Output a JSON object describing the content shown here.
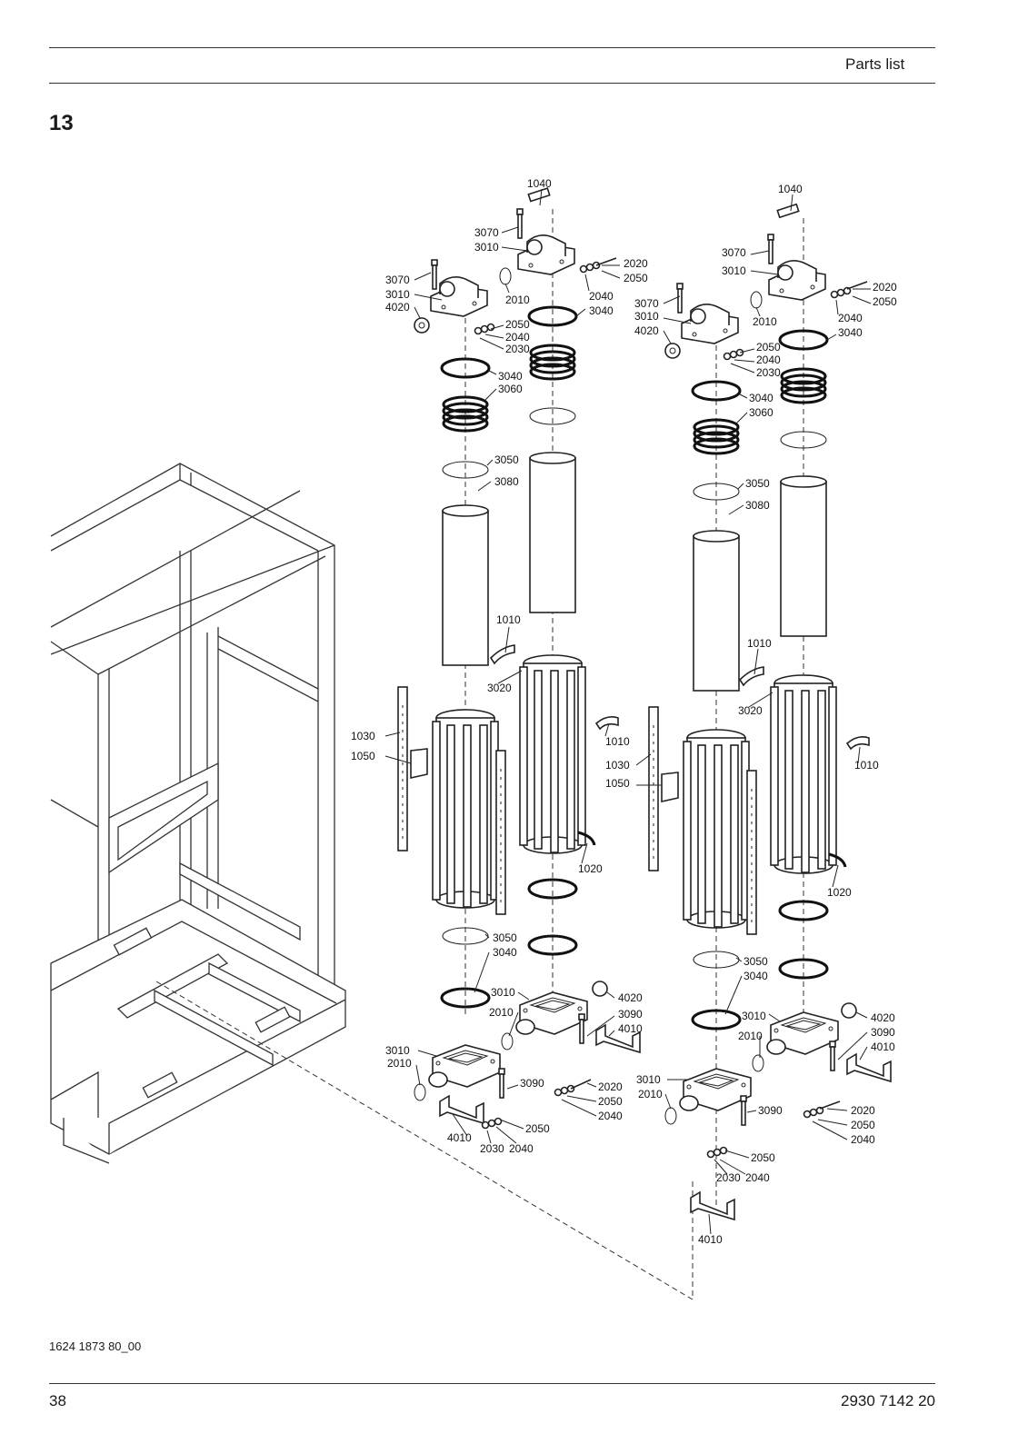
{
  "header": {
    "section": "Parts list"
  },
  "chapter": "13",
  "figure": {
    "reference": "1624 1873 80_00"
  },
  "footer": {
    "page_number": "38",
    "document_number": "2930 7142 20"
  },
  "labels": [
    "1040",
    "3070",
    "3010",
    "2020",
    "2050",
    "2010",
    "2040",
    "3040",
    "4020",
    "2030",
    "3060",
    "3050",
    "3080",
    "1010",
    "3020",
    "1030",
    "1050",
    "1020",
    "3090",
    "4010"
  ]
}
